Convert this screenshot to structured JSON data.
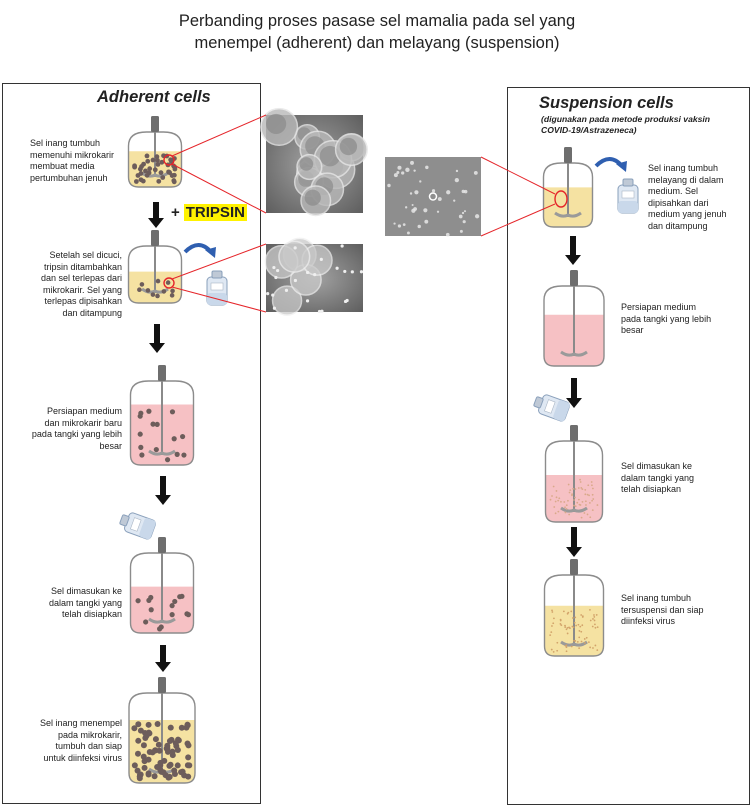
{
  "title_lines": [
    "Perbanding proses pasase sel mamalia pada sel yang",
    "menempel (adherent) dan melayang (suspension)"
  ],
  "adherent": {
    "heading": "Adherent cells",
    "tripsin_plus": "+",
    "tripsin_label": "TRIPSIN",
    "steps": [
      [
        "Sel inang  tumbuh",
        "memenuhi mikrokarir",
        "membuat media",
        "pertumbuhan  jenuh"
      ],
      [
        "Setelah sel dicuci,",
        "tripsin ditambahkan",
        "dan sel terlepas dari",
        "mikrokarir. Sel yang",
        "terlepas dipisahkan",
        "dan ditampung"
      ],
      [
        "Persiapan medium",
        "dan mikrokarir baru",
        "pada tangki yang lebih",
        "besar"
      ],
      [
        "Sel dimasukan ke",
        "dalam tangki yang",
        "telah disiapkan"
      ],
      [
        "Sel  inang menempel",
        "pada mikrokarir,",
        "tumbuh dan siap",
        "untuk diinfeksi virus"
      ]
    ]
  },
  "suspension": {
    "heading": "Suspension cells",
    "note_lines": [
      "(digunakan pada metode produksi vaksin",
      "COVID-19/Astrazeneca)"
    ],
    "steps": [
      [
        "Sel inang tumbuh",
        "melayang di dalam",
        "medium. Sel",
        "dipisahkan dari",
        "medium yang jenuh",
        "dan ditampung"
      ],
      [
        "Persiapan medium",
        "pada tangki yang lebih",
        "besar"
      ],
      [
        "Sel dimasukan ke",
        "dalam tangki yang",
        "telah disiapkan"
      ],
      [
        "Sel inang tumbuh",
        "tersuspensi dan siap",
        "diinfeksi virus"
      ]
    ]
  },
  "colors": {
    "yellow_medium": "#f5e2a2",
    "pink_medium": "#f6c1c4",
    "microcarrier": "#6d5d5b",
    "highlight": "#fff200",
    "callout": "#e5252a",
    "rotate_arrow": "#2f5fb0"
  }
}
